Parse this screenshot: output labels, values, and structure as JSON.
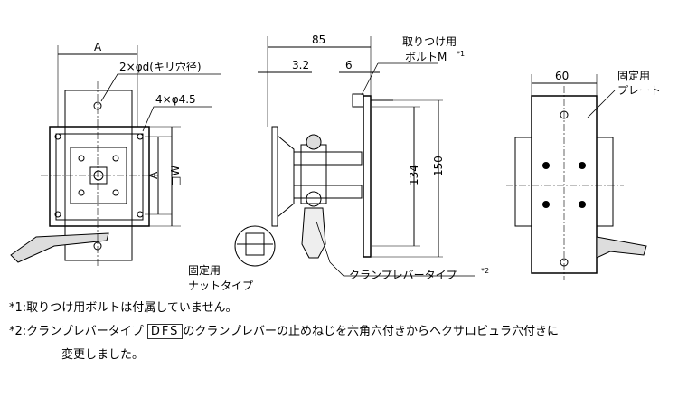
{
  "front_view": {
    "dim_a_top": "A",
    "hole_2": "2×φd(キリ穴径)",
    "hole_4": "4×φ4.5",
    "dim_a_side": "A",
    "dim_w": "□W"
  },
  "side_view": {
    "dim_85": "85",
    "dim_3_2": "3.2",
    "dim_6": "6",
    "bolt_label_line1": "取りつけ用",
    "bolt_label_line2": "ボルトM",
    "bolt_note_ref": "*1",
    "dim_134": "134",
    "dim_150": "150",
    "nut_label_line1": "固定用",
    "nut_label_line2": "ナットタイプ",
    "lever_label": "クランプレバータイプ",
    "lever_note_ref": "*2"
  },
  "rear_view": {
    "dim_60": "60",
    "plate_label_line1": "固定用",
    "plate_label_line2": "プレート"
  },
  "notes": {
    "note1": "*1:取りつけ用ボルトは付属していません。",
    "note2_prefix": "*2:クランプレバータイプ",
    "note2_code": "DFS",
    "note2_suffix": "のクランプレバーの止めねじを六角穴付きからヘクサロビュラ穴付きに",
    "note2_cont": "変更しました。"
  }
}
